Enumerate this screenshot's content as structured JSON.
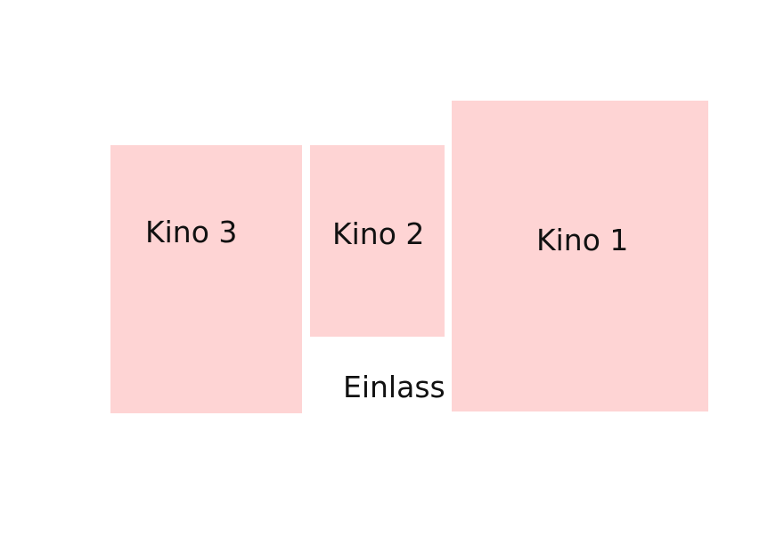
{
  "colors": {
    "room_fill": "#fed4d4",
    "text": "#111111",
    "background": "#ffffff"
  },
  "rooms": [
    {
      "label": "Kino 3"
    },
    {
      "label": "Kino 2"
    },
    {
      "label": "Kino 1"
    }
  ],
  "entrance": {
    "label": "Einlass"
  }
}
